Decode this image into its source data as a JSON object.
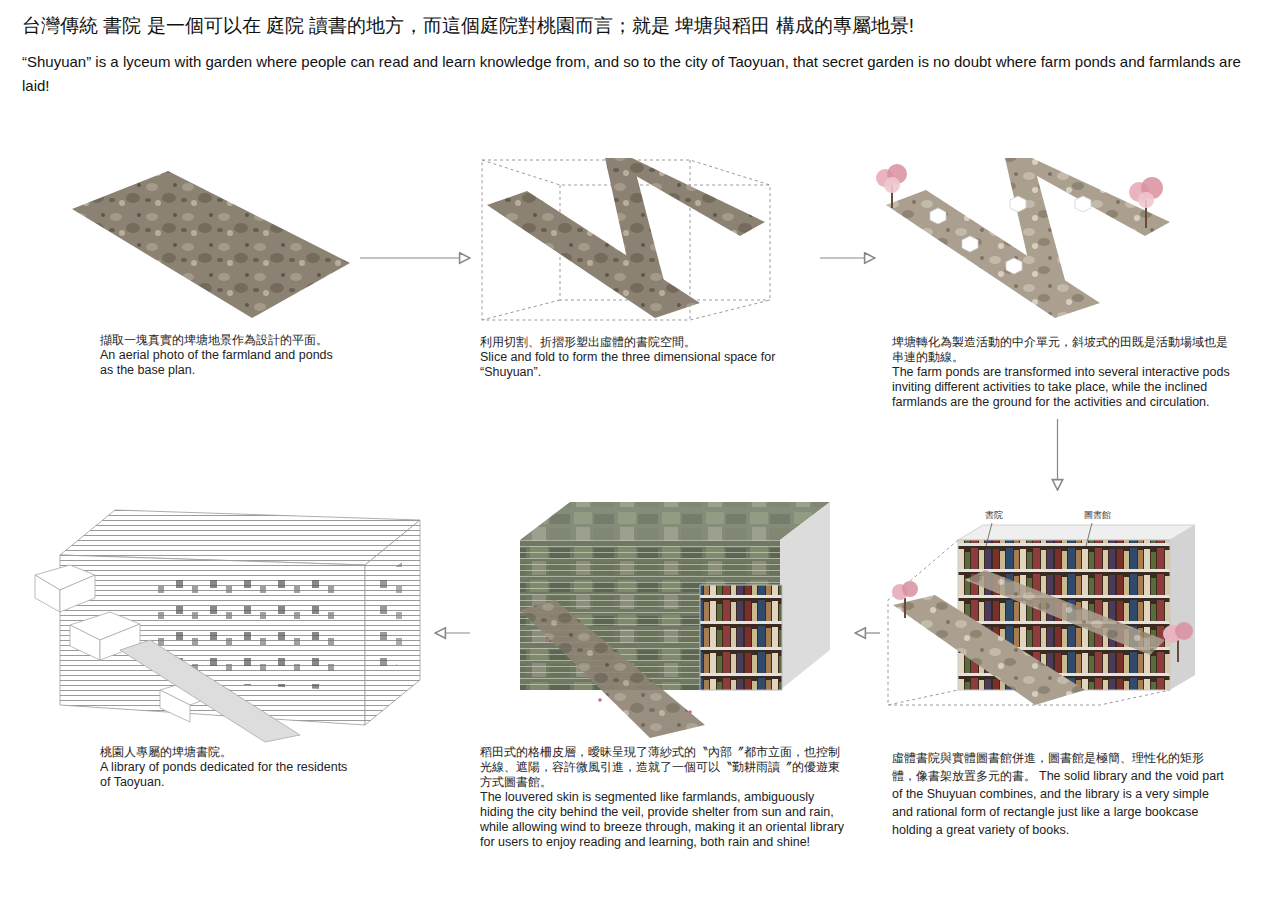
{
  "diagram": {
    "title": "台灣傳統 書院 是一個可以在 庭院 讀書的地方，而這個庭院對桃園而言；就是 埤塘與稻田 構成的專屬地景!",
    "caption": "“Shuyuan” is a lyceum with garden where people can read and learn knowledge from, and so to the city of Taoyuan, that secret garden is no doubt where farm ponds and farmlands are laid!",
    "nodes": [
      {
        "text": [
          "擷取一塊真實的埤塘地景作為設計的平面。",
          "An aerial photo of the farmland and ponds as the base plan."
        ]
      },
      {
        "text": [
          "利用切割、折摺形塑出虛體的書院空間。",
          "Slice and fold to form the three dimensional space for “Shuyuan”."
        ]
      },
      {
        "text": [
          "埤塘轉化為製造活動的中介單元，斜坡式的田既是活動場域也是串連的動線。",
          "The farm ponds are transformed into several interactive pods inviting different activities to take place, while the inclined farmlands are the ground for the activities and circulation."
        ]
      },
      {
        "text": [
          "桃園人專屬的埤塘書院。",
          "A library of ponds dedicated for the residents of Taoyuan."
        ]
      },
      {
        "text": [
          "稻田式的格柵皮層，曖昧呈現了薄紗式的〝內部〞都市立面，也控制光線、遮陽，容許微風引進，造就了一個可以〝勤耕雨讀〞的優遊東方式圖書館。",
          "The louvered skin is segmented like farmlands, ambiguously hiding the city behind the veil, provide shelter from sun and rain, while allowing wind to breeze through, making it an oriental library for users to enjoy reading and learning, both rain and shine!"
        ]
      },
      {
        "text": [
          "虛體書院與實體圖書館併進，圖書館是極簡、理性化的矩形體，像書架放置多元的書。",
          "The solid library and the void part of the Shuyuan combines, and the library is a very simple and rational form of rectangle just like a large bookcase holding a great variety of books."
        ]
      }
    ],
    "edges": [
      {
        "from": 0,
        "to": 1,
        "arrow": "to"
      },
      {
        "from": 1,
        "to": 2,
        "arrow": "to"
      },
      {
        "from": 2,
        "to": 5,
        "arrow": "to"
      },
      {
        "from": 5,
        "to": 4,
        "arrow": "to"
      },
      {
        "from": 4,
        "to": 3,
        "arrow": "to"
      }
    ],
    "labels": [
      "書院",
      "圖書館"
    ]
  }
}
